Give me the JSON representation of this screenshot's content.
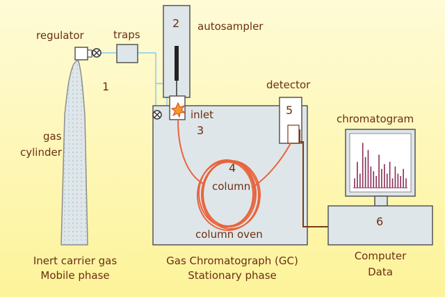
{
  "labels": {
    "regulator": "regulator",
    "traps": "traps",
    "num1": "1",
    "num2": "2",
    "autosampler": "autosampler",
    "detector": "detector",
    "num5": "5",
    "inlet": "inlet",
    "num3": "3",
    "gas": "gas",
    "cylinder": "cylinder",
    "num4": "4",
    "column": "column",
    "column_oven": "column oven",
    "chromatogram": "chromatogram",
    "num6": "6",
    "left_caption_1": "Inert carrier gas",
    "left_caption_2": "Mobile phase",
    "mid_caption_1": "Gas Chromatograph (GC)",
    "mid_caption_2": "Stationary phase",
    "right_caption_1": "Computer",
    "right_caption_2": "Data"
  },
  "colors": {
    "text": "#6b2e12",
    "gas_line": "#9fd8ec",
    "column": "#e8643c",
    "signal_wire": "#7a3a14",
    "peaks": "#8a2a56",
    "panel": "#dfe6e9"
  },
  "chromatogram_peaks": [
    0.2,
    0.55,
    0.3,
    0.95,
    0.65,
    0.8,
    0.45,
    0.35,
    0.25,
    0.7,
    0.4,
    0.5,
    0.3,
    0.55,
    0.2,
    0.45,
    0.3,
    0.25,
    0.4,
    0.2
  ]
}
